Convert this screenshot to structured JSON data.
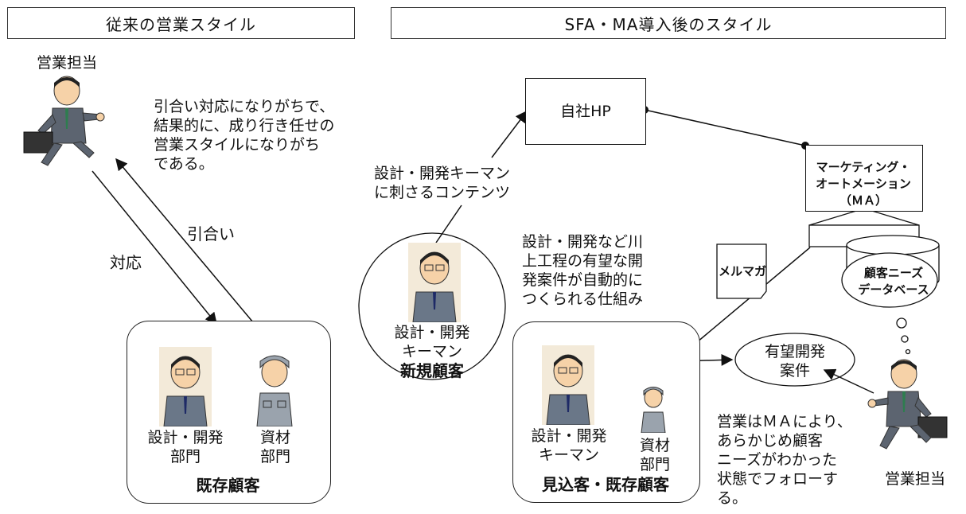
{
  "left_header": "従来の営業スタイル",
  "right_header": "SFA・MA導入後のスタイル",
  "left": {
    "sales_label": "営業担当",
    "description": "引合い対応になりがちで、\n結果的に、成り行き任せの\n営業スタイルになりがち\nである。",
    "inquiry_label": "引合い",
    "response_label": "対応",
    "existing_customer": {
      "title": "既存顧客",
      "design_label": "設計・開発\n部門",
      "materials_label": "資材\n部門"
    }
  },
  "right": {
    "hp_label": "自社HP",
    "content_label": "設計・開発キーマン\nに刺さるコンテンツ",
    "ma_label": "マーケティング・\nオートメーション\n（ＭＡ）",
    "newsletter_label": "メルマガ",
    "database_label": "顧客ニーズ\nデータベース",
    "mechanism_label": "設計・開発など川\n上工程の有望な開\n発案件が自動的に\nつくられる仕組み",
    "new_customer": {
      "person_label": "設計・開発\nキーマン",
      "title": "新規顧客"
    },
    "prospect": {
      "keyman_label": "設計・開発\nキーマン",
      "materials_label": "資材\n部門",
      "title": "見込客・既存顧客"
    },
    "opportunity_label": "有望開発\n案件",
    "follow_label": "営業はＭＡにより、\nあらかじめ顧客\nニーズがわかった\n状態でフォローす\nる。",
    "sales_label": "営業担当"
  }
}
